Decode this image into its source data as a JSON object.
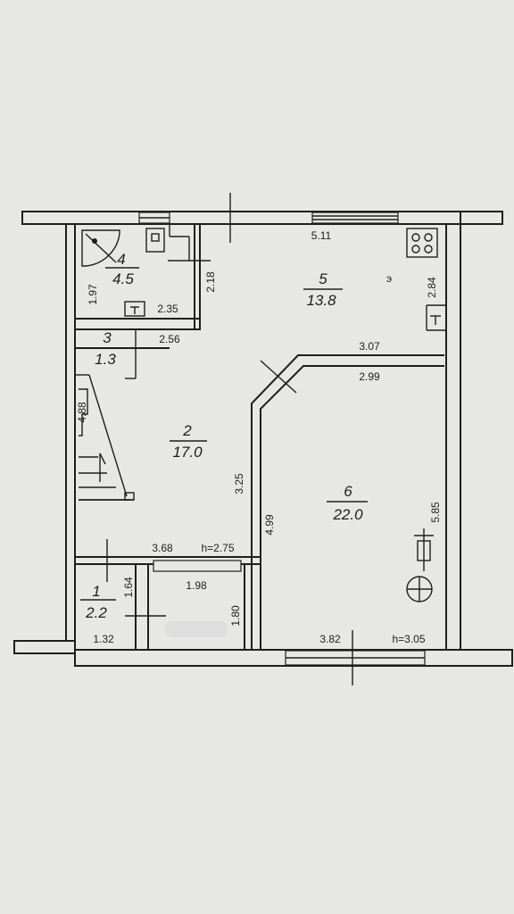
{
  "rooms": [
    {
      "number": "1",
      "area": "2.2"
    },
    {
      "number": "2",
      "area": "17.0"
    },
    {
      "number": "3",
      "area": "1.3"
    },
    {
      "number": "4",
      "area": "4.5"
    },
    {
      "number": "5",
      "area": "13.8"
    },
    {
      "number": "6",
      "area": "22.0"
    }
  ],
  "dimensions": {
    "top_width": "5.11",
    "bath_height": "1.97",
    "bath_inner_height": "2.18",
    "bath_width": "2.35",
    "corridor_width": "2.56",
    "stair_length": "4.88",
    "kitchen_side": "2.84",
    "partition_top": "3.07",
    "partition_bottom": "2.99",
    "hall_partition": "3.25",
    "room6_left": "4.99",
    "room6_right": "5.85",
    "hall_width": "3.68",
    "room1_height": "1.64",
    "room1_width": "1.32",
    "entry_width": "1.98",
    "entry_height": "1.80",
    "bottom_width": "3.82"
  },
  "heights": {
    "left": "h=2.75",
    "right": "h=3.05"
  },
  "annotations": {
    "kitchen_mark": "э"
  }
}
